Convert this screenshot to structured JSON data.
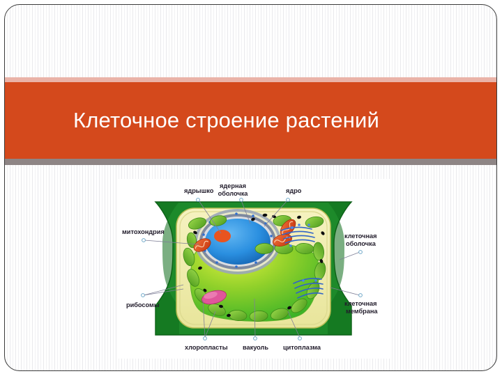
{
  "slide": {
    "title": "Клеточное строение растений",
    "banner_color": "#d4491c",
    "banner_top_rule_color": "#eab3a8",
    "banner_bottom_rule_color": "#8e8585",
    "title_color": "#ffffff",
    "background": "white vertical pinstripe"
  },
  "diagram": {
    "name": "plant-cell-diagram",
    "labels": {
      "nucleolus": "ядрышко",
      "nuclear_envelope_line1": "ядерная",
      "nuclear_envelope_line2": "оболочка",
      "nucleus": "ядро",
      "mitochondria": "митохондрия",
      "ribosomes": "рибосомы",
      "cell_wall_line1": "клеточная",
      "cell_wall_line2": "оболочка",
      "cell_membrane_line1": "клеточная",
      "cell_membrane_line2": "мембрана",
      "chloroplasts": "хлоропласты",
      "vacuole": "вакуоль",
      "cytoplasm": "цитоплазма"
    },
    "colors": {
      "cell_wall": "#1d8a2a",
      "cell_wall_dark": "#0f6e1c",
      "cytoplasm": "#f2eeae",
      "cytoplasm_edge": "#cdd06a",
      "vacuole_top": "#c2e029",
      "vacuole_bottom": "#35b22a",
      "nucleus": "#2a8fe0",
      "nucleolus": "#e8541f",
      "nuclear_envelope": "#7e8aa0",
      "chloroplast": "#76c32e",
      "mitochondrion": "#e0521f",
      "golgi": "#3f6fd8",
      "pink_body": "#e0569b",
      "ribosome": "#121212",
      "leader_line": "#7f7f97",
      "label_text": "#211c2b"
    }
  }
}
